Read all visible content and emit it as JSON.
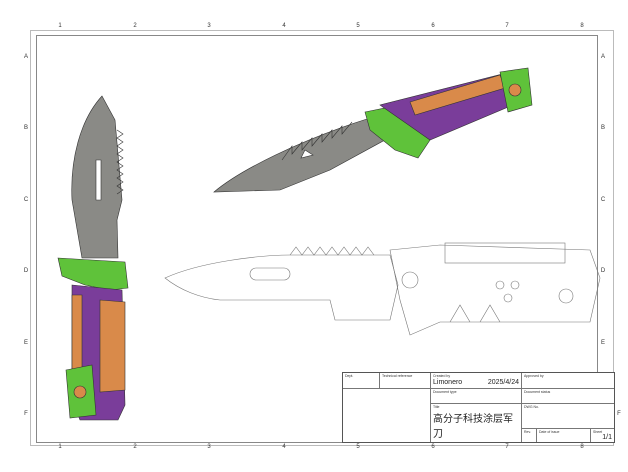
{
  "columns": [
    "1",
    "2",
    "3",
    "4",
    "5",
    "6",
    "7",
    "8"
  ],
  "rows": [
    "A",
    "B",
    "C",
    "D",
    "E",
    "F"
  ],
  "title_block": {
    "dept_label": "Dept.",
    "tech_ref_label": "Technical reference",
    "created_by_label": "Created by",
    "created_by": "Limonero",
    "date": "2025/4/24",
    "approved_by_label": "Approved by",
    "document_type_label": "Document type",
    "document_status_label": "Document status",
    "title_label": "Title",
    "title": "高分子科技涂层军刀",
    "dwg_no_label": "DWG No.",
    "rev_label": "Rev.",
    "date_of_issue_label": "Date of issue",
    "sheet_label": "Sheet",
    "sheet": "1/1"
  },
  "colors": {
    "blade": "#8a8a86",
    "guard": "#5fc23a",
    "handle": "#7a3d9a",
    "grip": "#d98a4a"
  }
}
